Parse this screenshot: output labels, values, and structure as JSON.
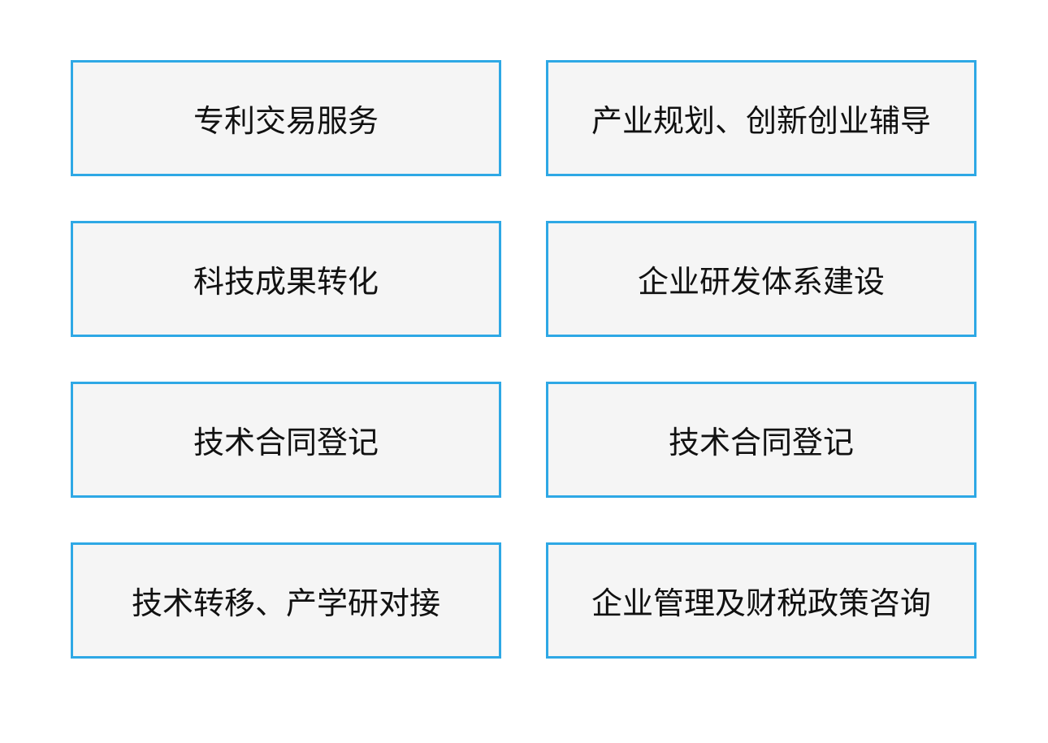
{
  "items": [
    {
      "label": "专利交易服务"
    },
    {
      "label": "产业规划、创新创业辅导"
    },
    {
      "label": "科技成果转化"
    },
    {
      "label": "企业研发体系建设"
    },
    {
      "label": "技术合同登记"
    },
    {
      "label": "技术合同登记"
    },
    {
      "label": "技术转移、产学研对接"
    },
    {
      "label": "企业管理及财税政策咨询"
    }
  ],
  "colors": {
    "border": "#2ea8e5",
    "fill": "#f5f5f5"
  }
}
